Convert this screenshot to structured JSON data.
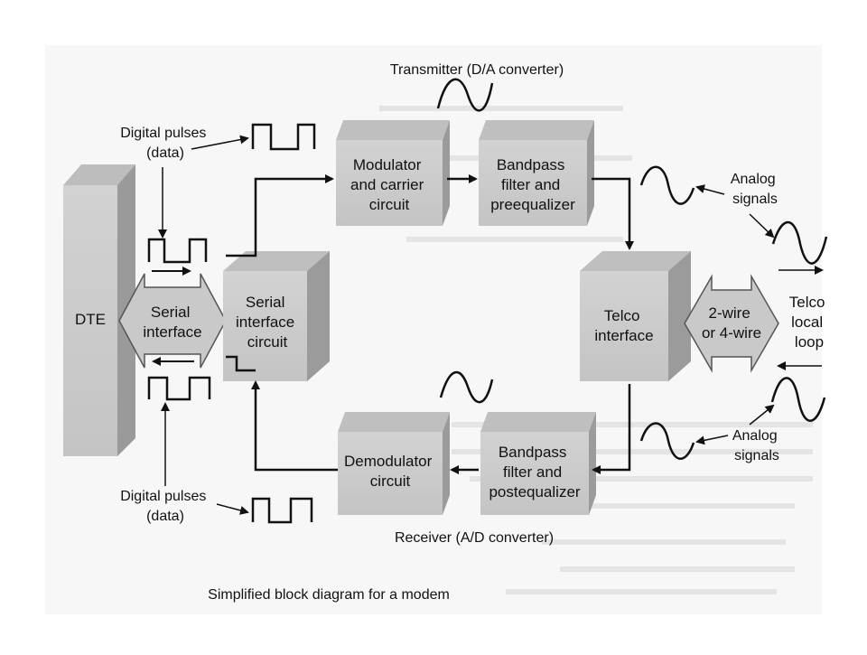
{
  "blocks": {
    "dte": "DTE",
    "serial_interface": [
      "Serial",
      "interface"
    ],
    "serial_interface_circuit": [
      "Serial",
      "interface",
      "circuit"
    ],
    "modulator": [
      "Modulator",
      "and carrier",
      "circuit"
    ],
    "bandpass_pre": [
      "Bandpass",
      "filter and",
      "preequalizer"
    ],
    "telco_interface": [
      "Telco",
      "interface"
    ],
    "two_wire": [
      "2-wire",
      "or 4-wire"
    ],
    "telco_local_loop": [
      "Telco",
      "local",
      "loop"
    ],
    "bandpass_post": [
      "Bandpass",
      "filter and",
      "postequalizer"
    ],
    "demodulator": [
      "Demodulator",
      "circuit"
    ]
  },
  "labels": {
    "transmitter": "Transmitter (D/A converter)",
    "receiver": "Receiver (A/D converter)",
    "digital_pulses_top": [
      "Digital pulses",
      "(data)"
    ],
    "digital_pulses_bottom": [
      "Digital pulses",
      "(data)"
    ],
    "analog_top": [
      "Analog",
      "signals"
    ],
    "analog_bottom": [
      "Analog",
      "signals"
    ]
  },
  "caption": "Simplified block diagram for a modem"
}
